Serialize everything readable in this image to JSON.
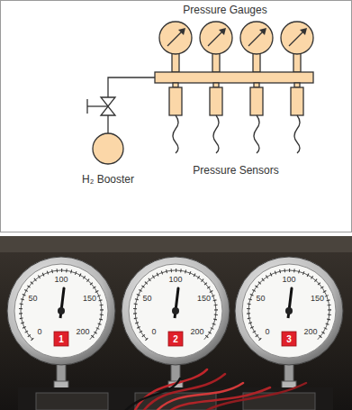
{
  "diagram": {
    "labels": [
      "Pressure Gauges",
      "Pressure Sensors",
      "H₂ Booster",
      "50",
      "100",
      "150",
      "0",
      "200",
      "1",
      "50",
      "100",
      "150",
      "0",
      "200",
      "2",
      "50",
      "100",
      "150",
      "0",
      "200",
      "3"
    ]
  }
}
